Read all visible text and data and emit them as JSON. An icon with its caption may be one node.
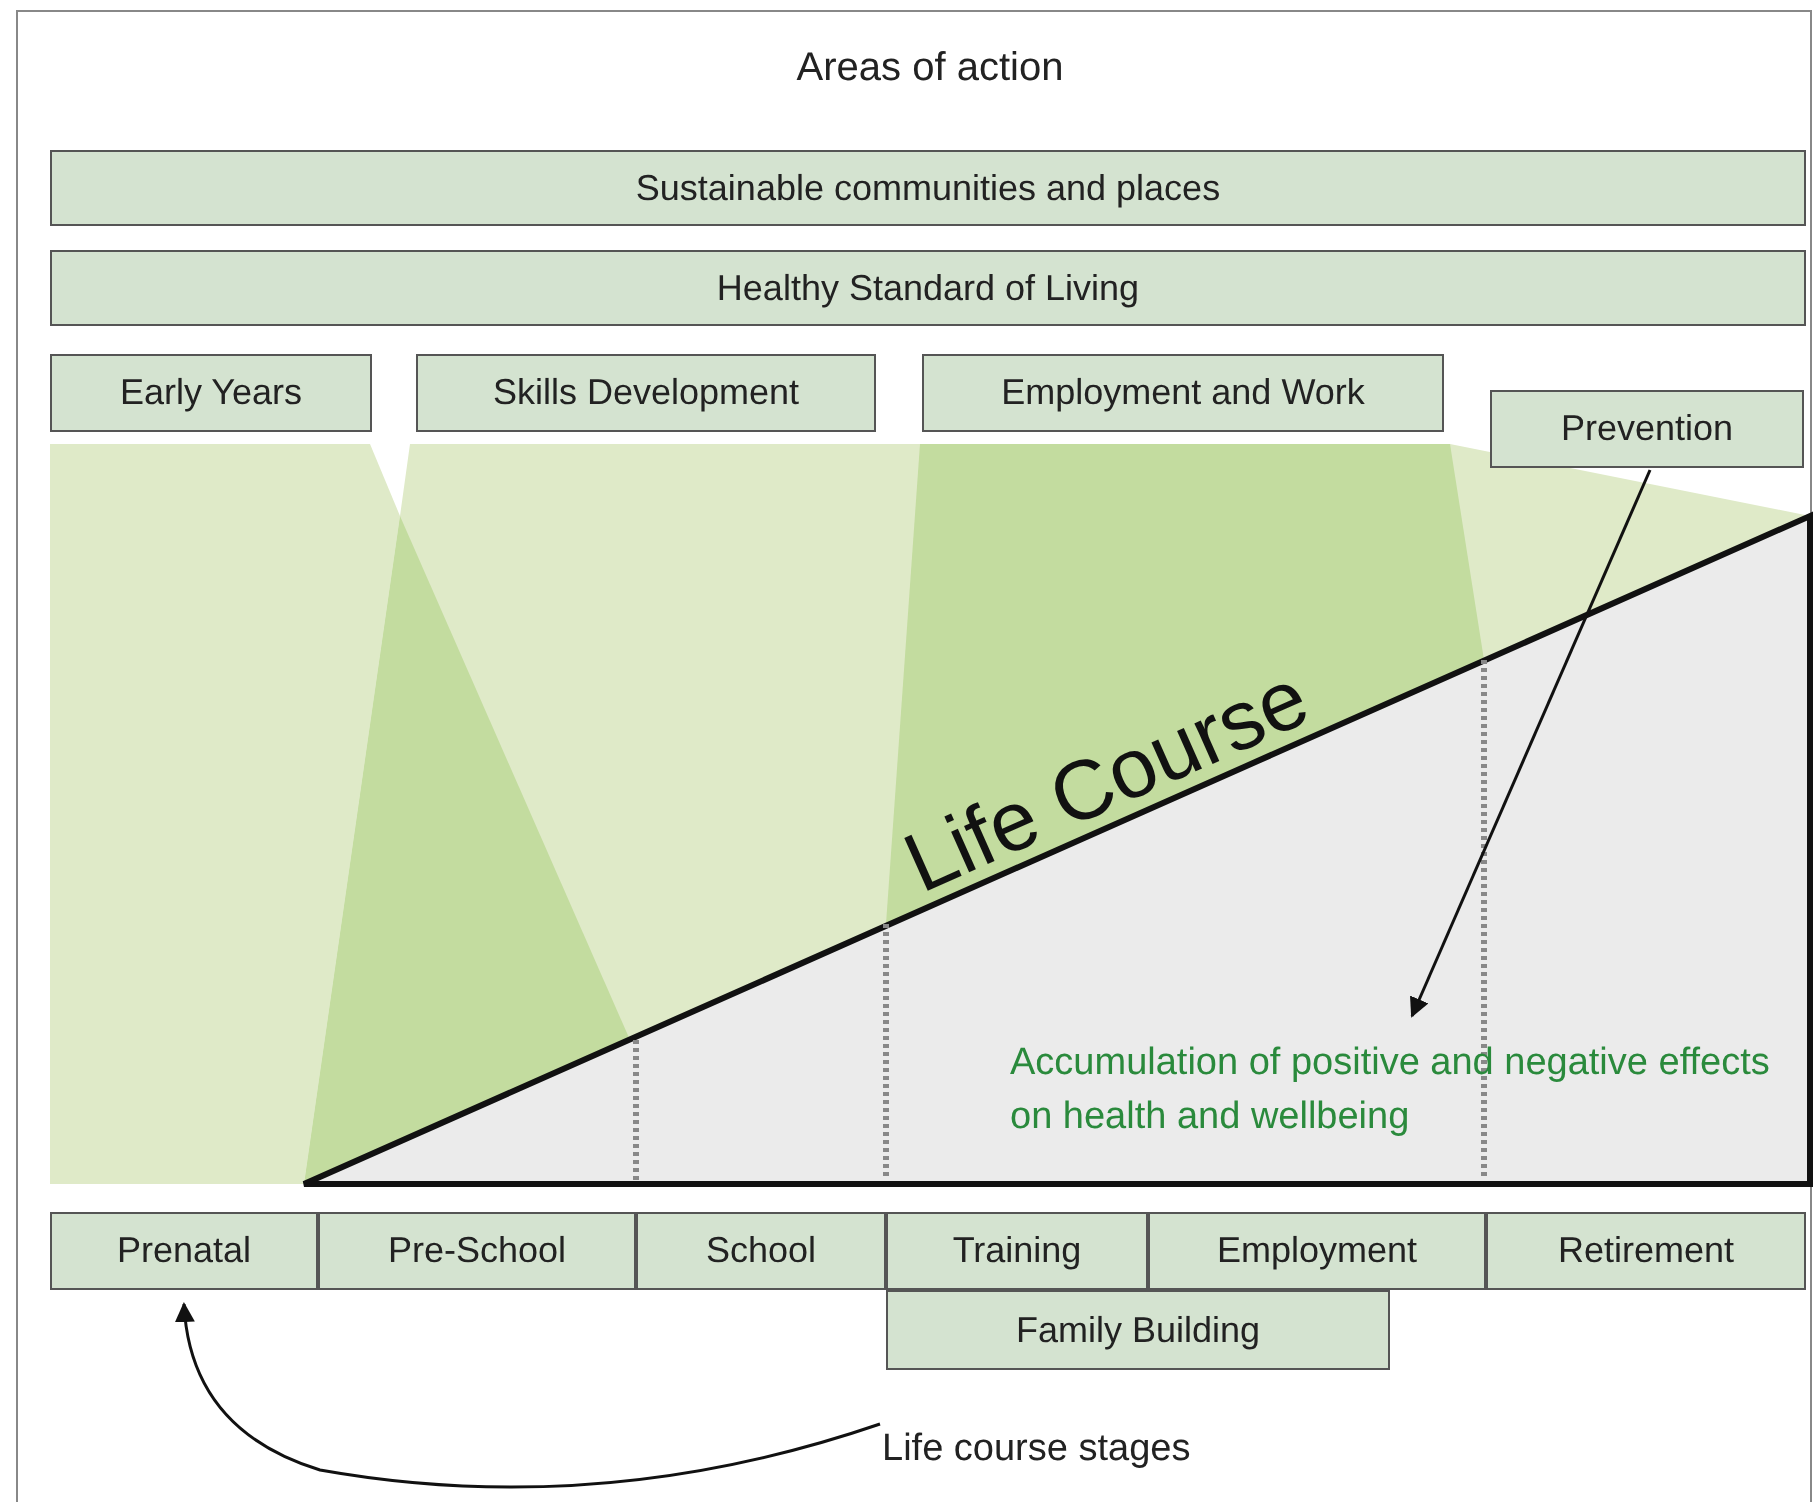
{
  "diagram": {
    "title": "Areas of action",
    "nodes": [
      {
        "text": [
          "Sustainable communities and places"
        ]
      },
      {
        "text": [
          "Healthy Standard of Living"
        ]
      },
      {
        "text": [
          "Early Years"
        ]
      },
      {
        "text": [
          "Skills Development"
        ]
      },
      {
        "text": [
          "Employment and Work"
        ]
      },
      {
        "text": [
          "Prevention"
        ]
      },
      {
        "text": [
          "Accumulation of positive and negative effects on health and wellbeing"
        ]
      },
      {
        "text": [
          "Prenatal"
        ]
      },
      {
        "text": [
          "Pre-School"
        ]
      },
      {
        "text": [
          "School"
        ]
      },
      {
        "text": [
          "Training"
        ]
      },
      {
        "text": [
          "Employment"
        ]
      },
      {
        "text": [
          "Retirement"
        ]
      },
      {
        "text": [
          "Family Building"
        ]
      },
      {
        "text": [
          "Life course stages"
        ]
      }
    ],
    "edges": [
      {
        "from": 5,
        "to": 6,
        "arrow": "to"
      },
      {
        "from": 14,
        "to": 7,
        "arrow": "to"
      }
    ],
    "labels": [
      "Life Course"
    ]
  }
}
